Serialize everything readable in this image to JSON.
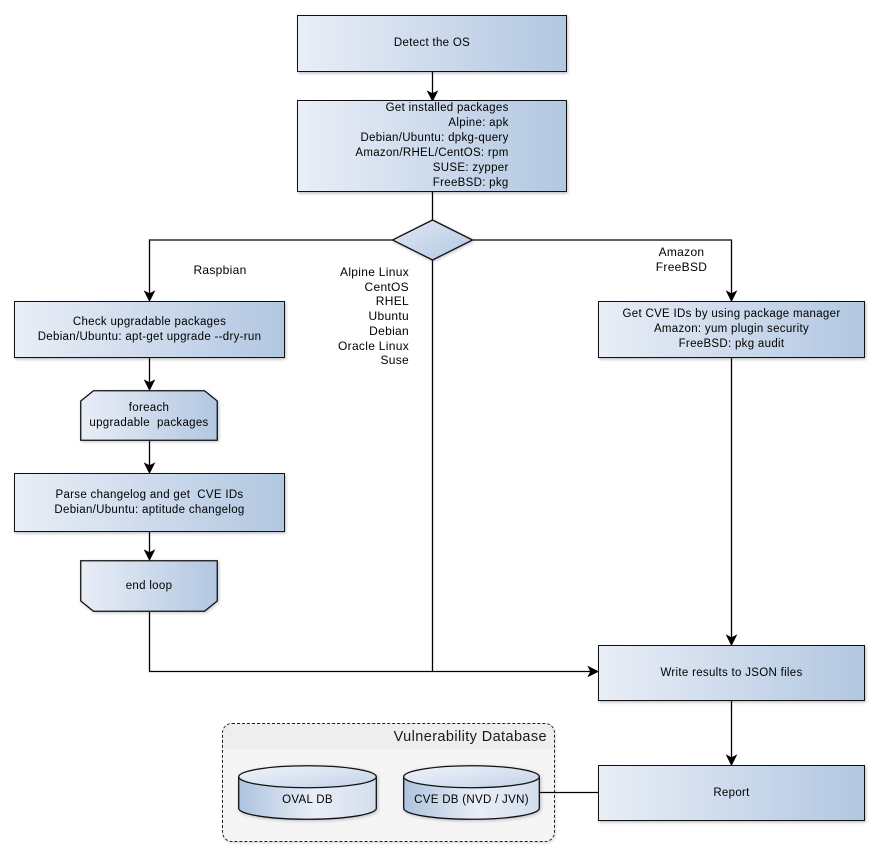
{
  "nodes": {
    "detect_os": {
      "label": "Detect the OS"
    },
    "get_packages": {
      "lines": [
        "Get installed packages",
        "Alpine: apk",
        "Debian/Ubuntu: dpkg-query",
        "Amazon/RHEL/CentOS: rpm",
        "SUSE: zypper",
        "FreeBSD: pkg"
      ]
    },
    "check_upgradable": {
      "lines": [
        "Check upgradable packages",
        "Debian/Ubuntu: apt-get upgrade --dry-run"
      ]
    },
    "foreach_loop": {
      "lines": [
        "foreach",
        "upgradable  packages"
      ]
    },
    "parse_changelog": {
      "lines": [
        "Parse changelog and get  CVE IDs",
        "Debian/Ubuntu: aptitude changelog"
      ]
    },
    "end_loop": {
      "label": "end loop"
    },
    "get_cve_ids": {
      "lines": [
        "Get CVE IDs by using package manager",
        "Amazon: yum plugin security",
        "FreeBSD: pkg audit"
      ]
    },
    "write_results": {
      "label": "Write results to JSON files"
    },
    "report": {
      "label": "Report"
    }
  },
  "edge_labels": {
    "raspbian": "Raspbian",
    "os_list": [
      "Alpine Linux",
      "CentOS",
      "RHEL",
      "Ubuntu",
      "Debian",
      "Oracle Linux",
      "Suse"
    ],
    "amazon_freebsd": [
      "Amazon",
      "FreeBSD"
    ]
  },
  "database": {
    "title": "Vulnerability Database",
    "cylinders": [
      {
        "label": "OVAL DB"
      },
      {
        "label": "CVE DB (NVD / JVN)"
      }
    ]
  },
  "colors": {
    "node_fill_light": "#e9eef7",
    "node_fill_dark": "#b2c7e1",
    "node_border": "#111111",
    "connector": "#000000",
    "db_container_fill": "#f5f5f6",
    "db_title_band": "#eeeef0",
    "canvas": "#ffffff"
  }
}
